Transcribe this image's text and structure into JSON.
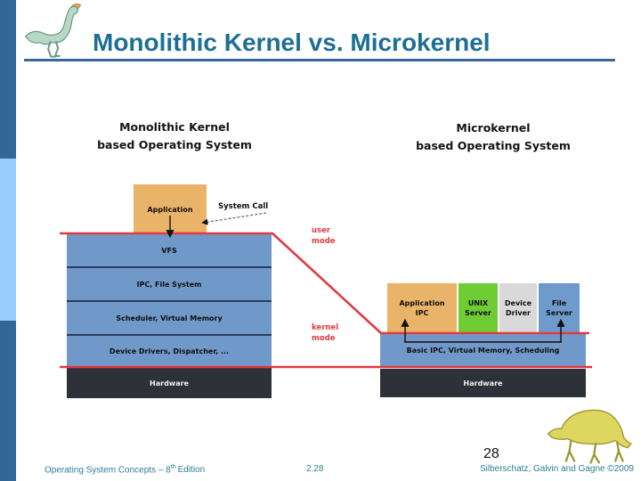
{
  "slide": {
    "title": "Monolithic Kernel vs. Microkernel",
    "slide_number": "28"
  },
  "left_diagram": {
    "heading_line1": "Monolithic Kernel",
    "heading_line2": "based Operating System",
    "application": "Application",
    "system_call": "System Call",
    "layers": [
      "VFS",
      "IPC, File System",
      "Scheduler, Virtual Memory",
      "Device Drivers, Dispatcher, ..."
    ],
    "hardware": "Hardware"
  },
  "right_diagram": {
    "heading_line1": "Microkernel",
    "heading_line2": "based Operating System",
    "servers": [
      {
        "line1": "Application",
        "line2": "IPC"
      },
      {
        "line1": "UNIX",
        "line2": "Server"
      },
      {
        "line1": "Device",
        "line2": "Driver"
      },
      {
        "line1": "File",
        "line2": "Server"
      }
    ],
    "kernel_layer": "Basic IPC, Virtual Memory, Scheduling",
    "hardware": "Hardware"
  },
  "mode_labels": {
    "user": "user\nmode",
    "kernel": "kernel\nmode"
  },
  "footer": {
    "book_prefix": "Operating System Concepts – 8",
    "book_sup": "th",
    "book_suffix": "Edition",
    "page_ref": "2.28",
    "credits": "Silberschatz, Galvin and Gagne ©2009"
  },
  "colors": {
    "title_teal": "#1d7095",
    "underline_blue": "#36689e",
    "sidebar_dark": "#336699",
    "sidebar_light": "#99ccff",
    "box_orange": "#e9b36a",
    "kernel_blue": "#7099c9",
    "unix_green": "#70cc33",
    "device_gray": "#d9d9d9",
    "file_blue": "#6f9bcc",
    "hardware_dark": "#2e3238",
    "boundary_red": "#e03b40",
    "divider_navy": "#2b3c5e",
    "footer_teal": "#2e7d96"
  }
}
